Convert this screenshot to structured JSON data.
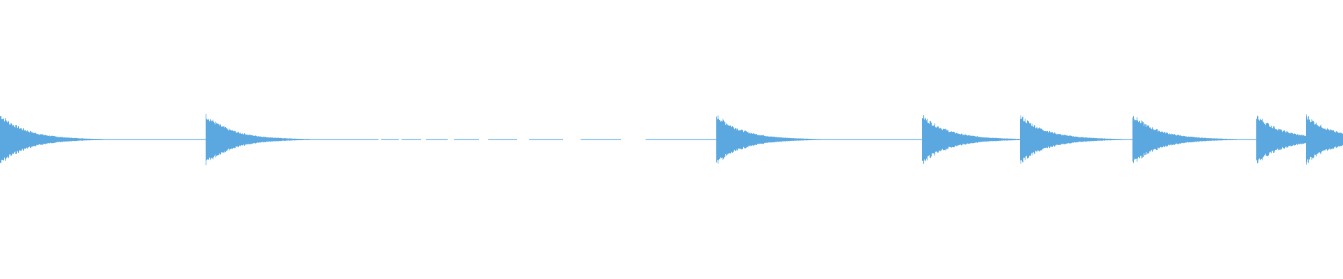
{
  "waveform": {
    "color": "#5BA8E0",
    "background": "#ffffff",
    "onsets": [
      0.0,
      0.153,
      0.533,
      0.686,
      0.759,
      0.843,
      0.935,
      0.972
    ],
    "silence_after": 0.153,
    "silence_until": 0.508,
    "dropout_from": 0.27,
    "dropout_to": 0.508
  }
}
